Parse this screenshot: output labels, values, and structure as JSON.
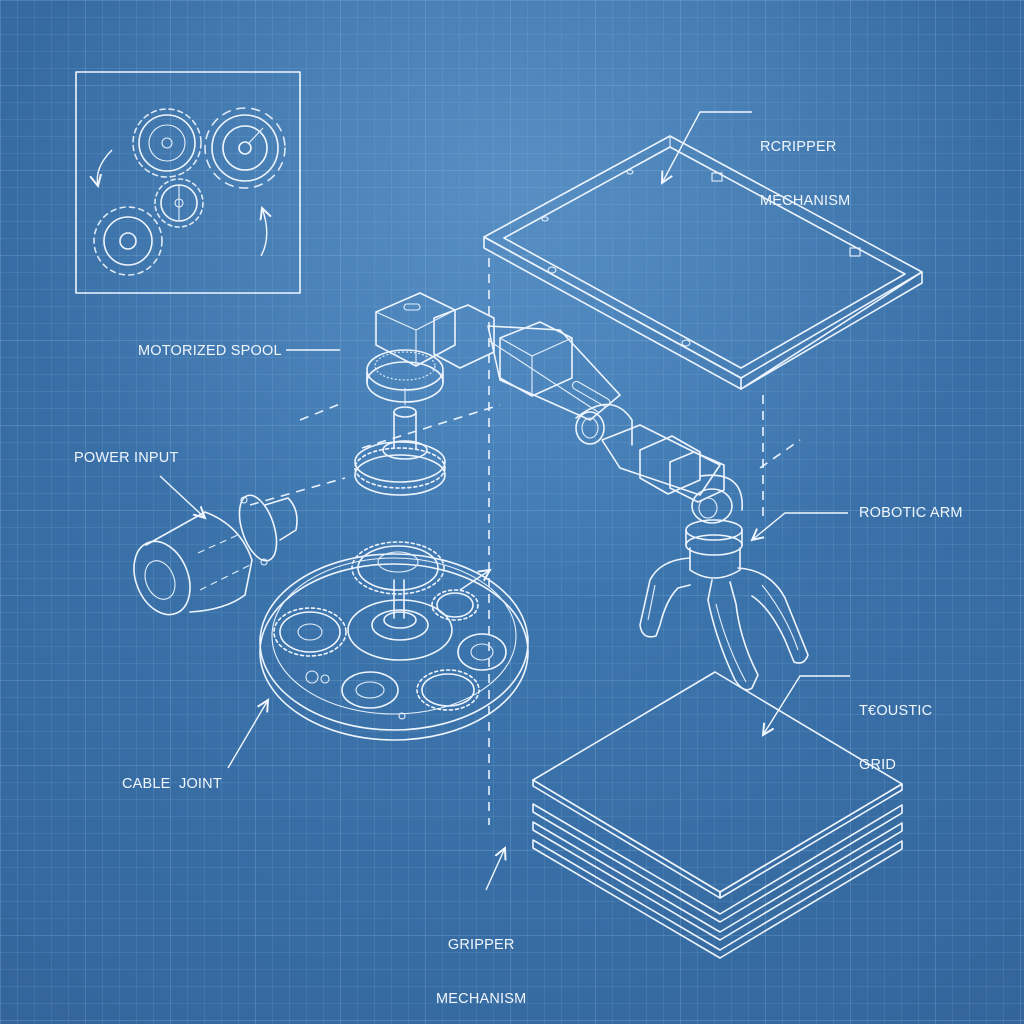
{
  "diagram": {
    "style": "blueprint",
    "colors": {
      "background_center": "#4a85bd",
      "background_edge": "#2a5688",
      "line": "#eef5ff",
      "grid": "#8fc3eb"
    },
    "labels": {
      "top_right": {
        "line1": "RCRIPPER",
        "line2": "MECHANISM"
      },
      "motorized_spool": "MOTORIZED SPOOL",
      "power_input": "POWER INPUT",
      "robotic_arm": "ROBOTIC ARM",
      "acoustic_grid": {
        "line1": "T€OUSTIC",
        "line2": "GRID"
      },
      "cable_joint": "CABLE  JOINT",
      "gripper_bottom": {
        "line1": "GRIPPER",
        "line2": "MECHANISM"
      }
    },
    "components": [
      {
        "name": "gear-train-inset",
        "icon": "gears-icon"
      },
      {
        "name": "tray-frame",
        "icon": "frame-icon"
      },
      {
        "name": "robotic-arm",
        "icon": "arm-icon"
      },
      {
        "name": "gripper-claw",
        "icon": "claw-icon"
      },
      {
        "name": "planetary-gear-base",
        "icon": "gear-icon"
      },
      {
        "name": "motor-cylinder",
        "icon": "motor-icon"
      },
      {
        "name": "acoustic-grid-stack",
        "icon": "layers-icon"
      }
    ]
  }
}
